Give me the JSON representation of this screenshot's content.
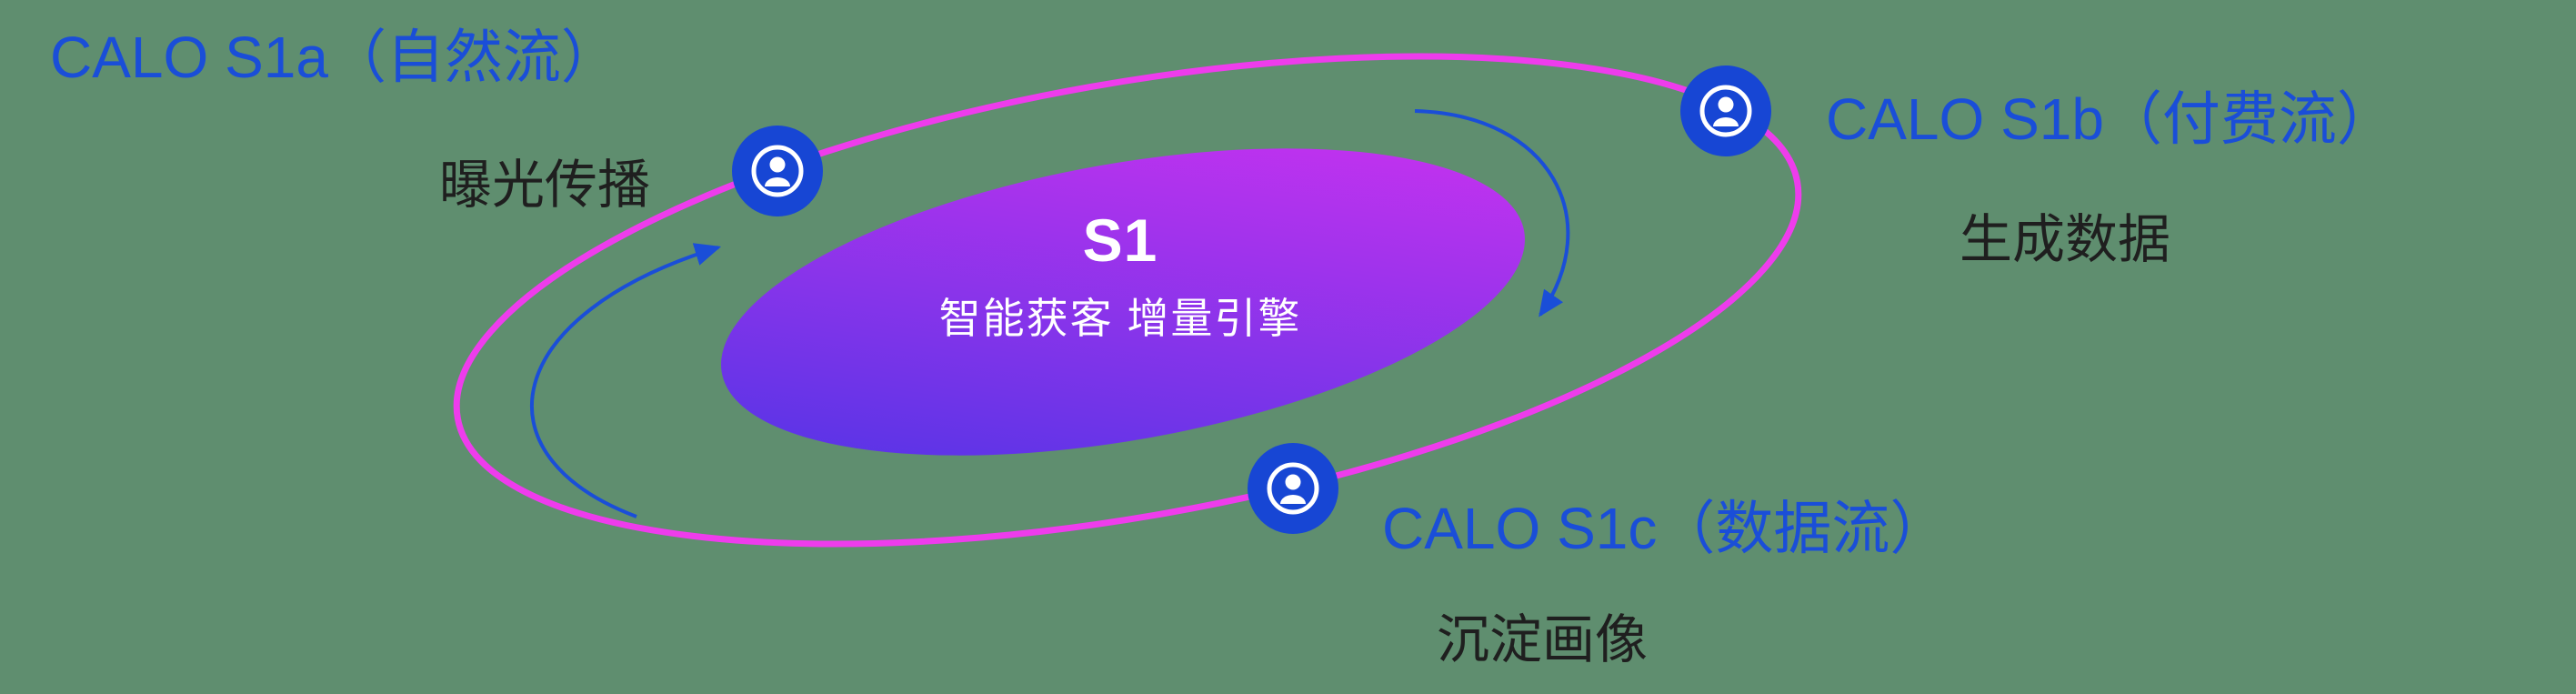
{
  "canvas": {
    "background": "#5f8e6f"
  },
  "core": {
    "title": "S1",
    "subtitle": "智能获客  增量引擎",
    "gradient_start": "#4a35e5",
    "gradient_end": "#d232f0",
    "text_color": "#ffffff"
  },
  "colors": {
    "orbit_stroke": "#ee3cec",
    "label_blue": "#1a4ed8",
    "label_dark": "#1f1f1f",
    "arrow_blue": "#1a4ed8",
    "icon_bg": "#1746d4",
    "icon_fg": "#ffffff"
  },
  "nodes": [
    {
      "id": "s1a",
      "label": "CALO S1a（自然流）",
      "sublabel": "曝光传播"
    },
    {
      "id": "s1b",
      "label": "CALO S1b（付费流）",
      "sublabel": "生成数据"
    },
    {
      "id": "s1c",
      "label": "CALO S1c（数据流）",
      "sublabel": "沉淀画像"
    }
  ]
}
